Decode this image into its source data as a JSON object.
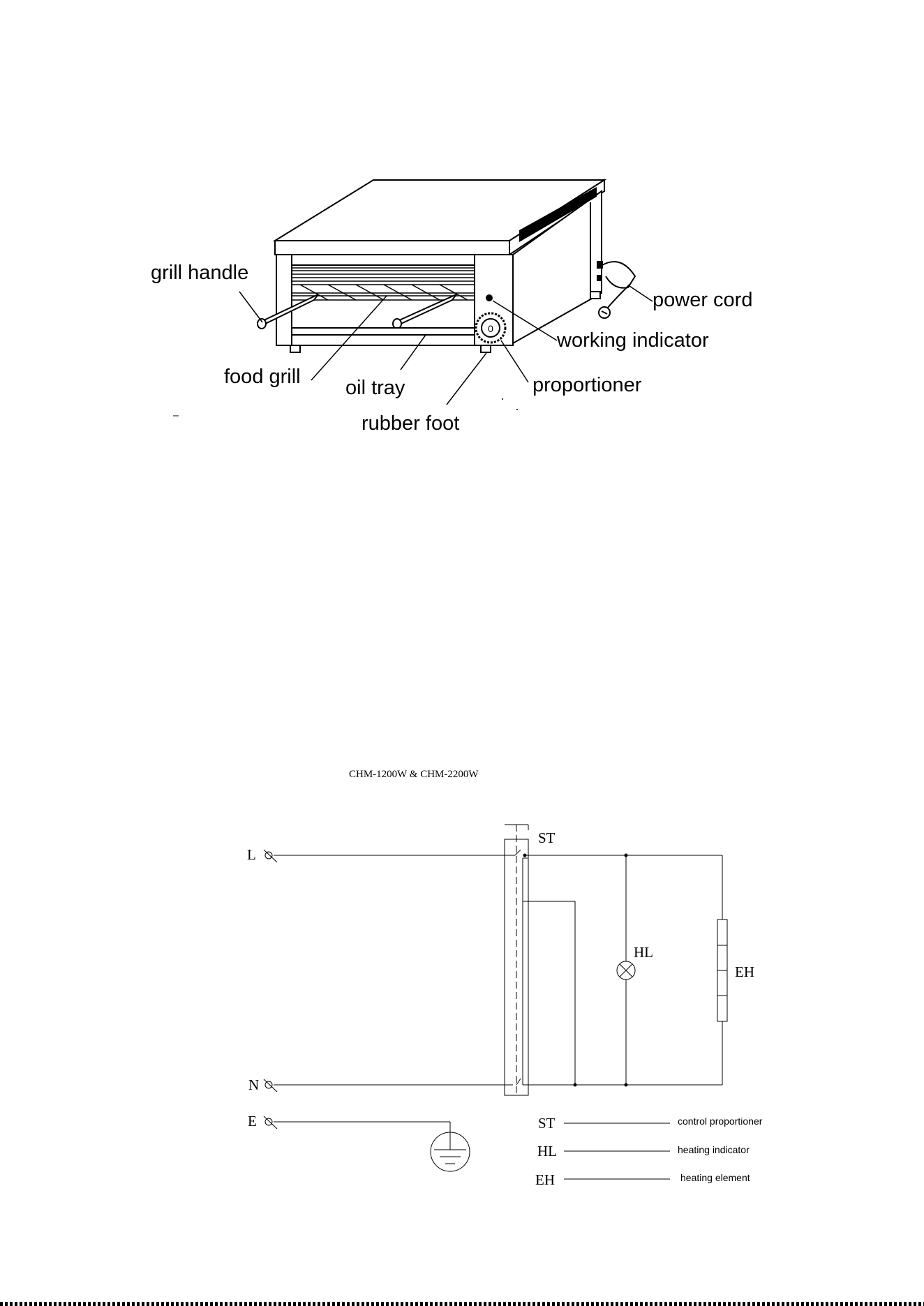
{
  "appliance_diagram": {
    "labels": {
      "grill_handle": "grill handle",
      "power_cord": "power cord",
      "working_indicator": "working indicator",
      "food_grill": "food grill",
      "oil_tray": "oil tray",
      "proportioner": "proportioner",
      "rubber_foot": "rubber foot"
    }
  },
  "circuit_diagram": {
    "title": "CHM-1200W & CHM-2200W",
    "terminals": {
      "live": "L",
      "neutral": "N",
      "earth": "E"
    },
    "components": {
      "st": "ST",
      "hl": "HL",
      "eh": "EH"
    },
    "legend": [
      {
        "code": "ST",
        "description": "control proportioner"
      },
      {
        "code": "HL",
        "description": "heating indicator"
      },
      {
        "code": "EH",
        "description": "heating element"
      }
    ]
  }
}
